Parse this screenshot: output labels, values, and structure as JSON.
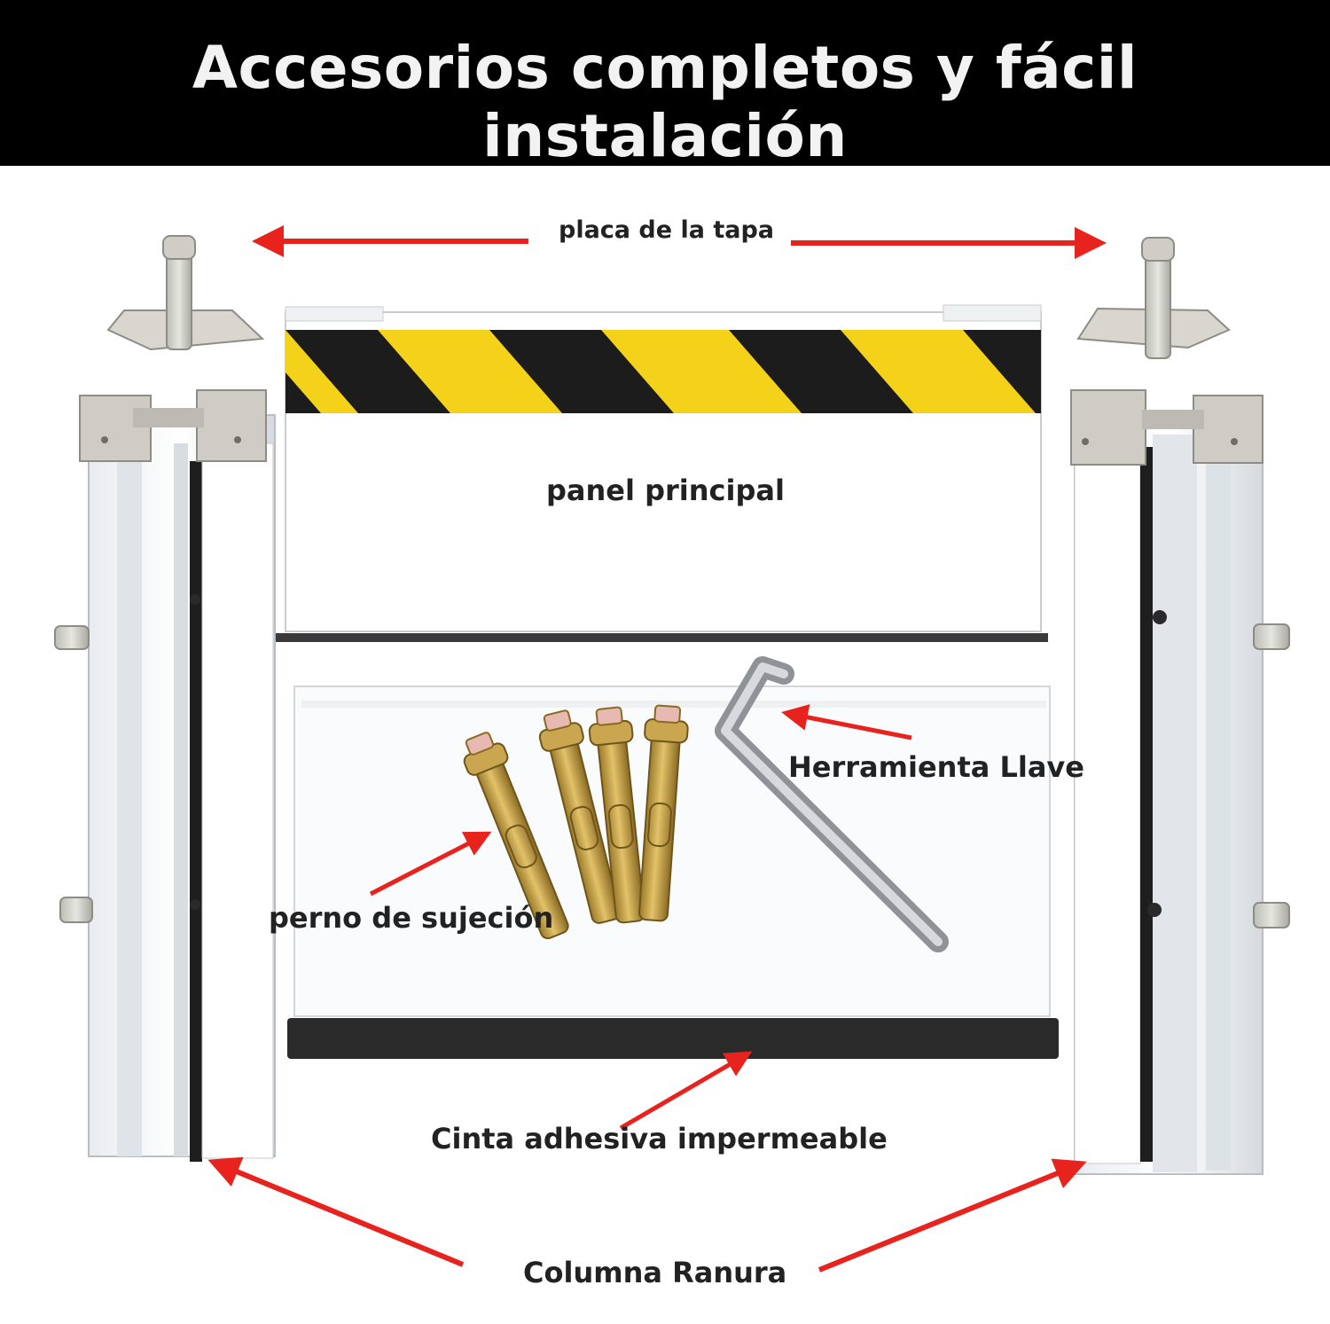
{
  "header": {
    "title": "Accesorios completos y fácil instalación"
  },
  "labels": {
    "cover_plate": "placa de la tapa",
    "main_panel": "panel principal",
    "wrench": "Herramienta Llave",
    "bolt": "perno de sujeción",
    "tape": "Cinta adhesiva impermeable",
    "column": "Columna Ranura"
  },
  "colors": {
    "banner": "#000000",
    "arrow": "#e8221c",
    "stripe_yellow": "#f4d21a",
    "stripe_black": "#1c1c1c",
    "rubber": "#2a2a2a"
  },
  "icons": [
    "t-bolt-icon",
    "expansion-bolt-icon",
    "hex-key-icon",
    "column-profile-icon"
  ]
}
